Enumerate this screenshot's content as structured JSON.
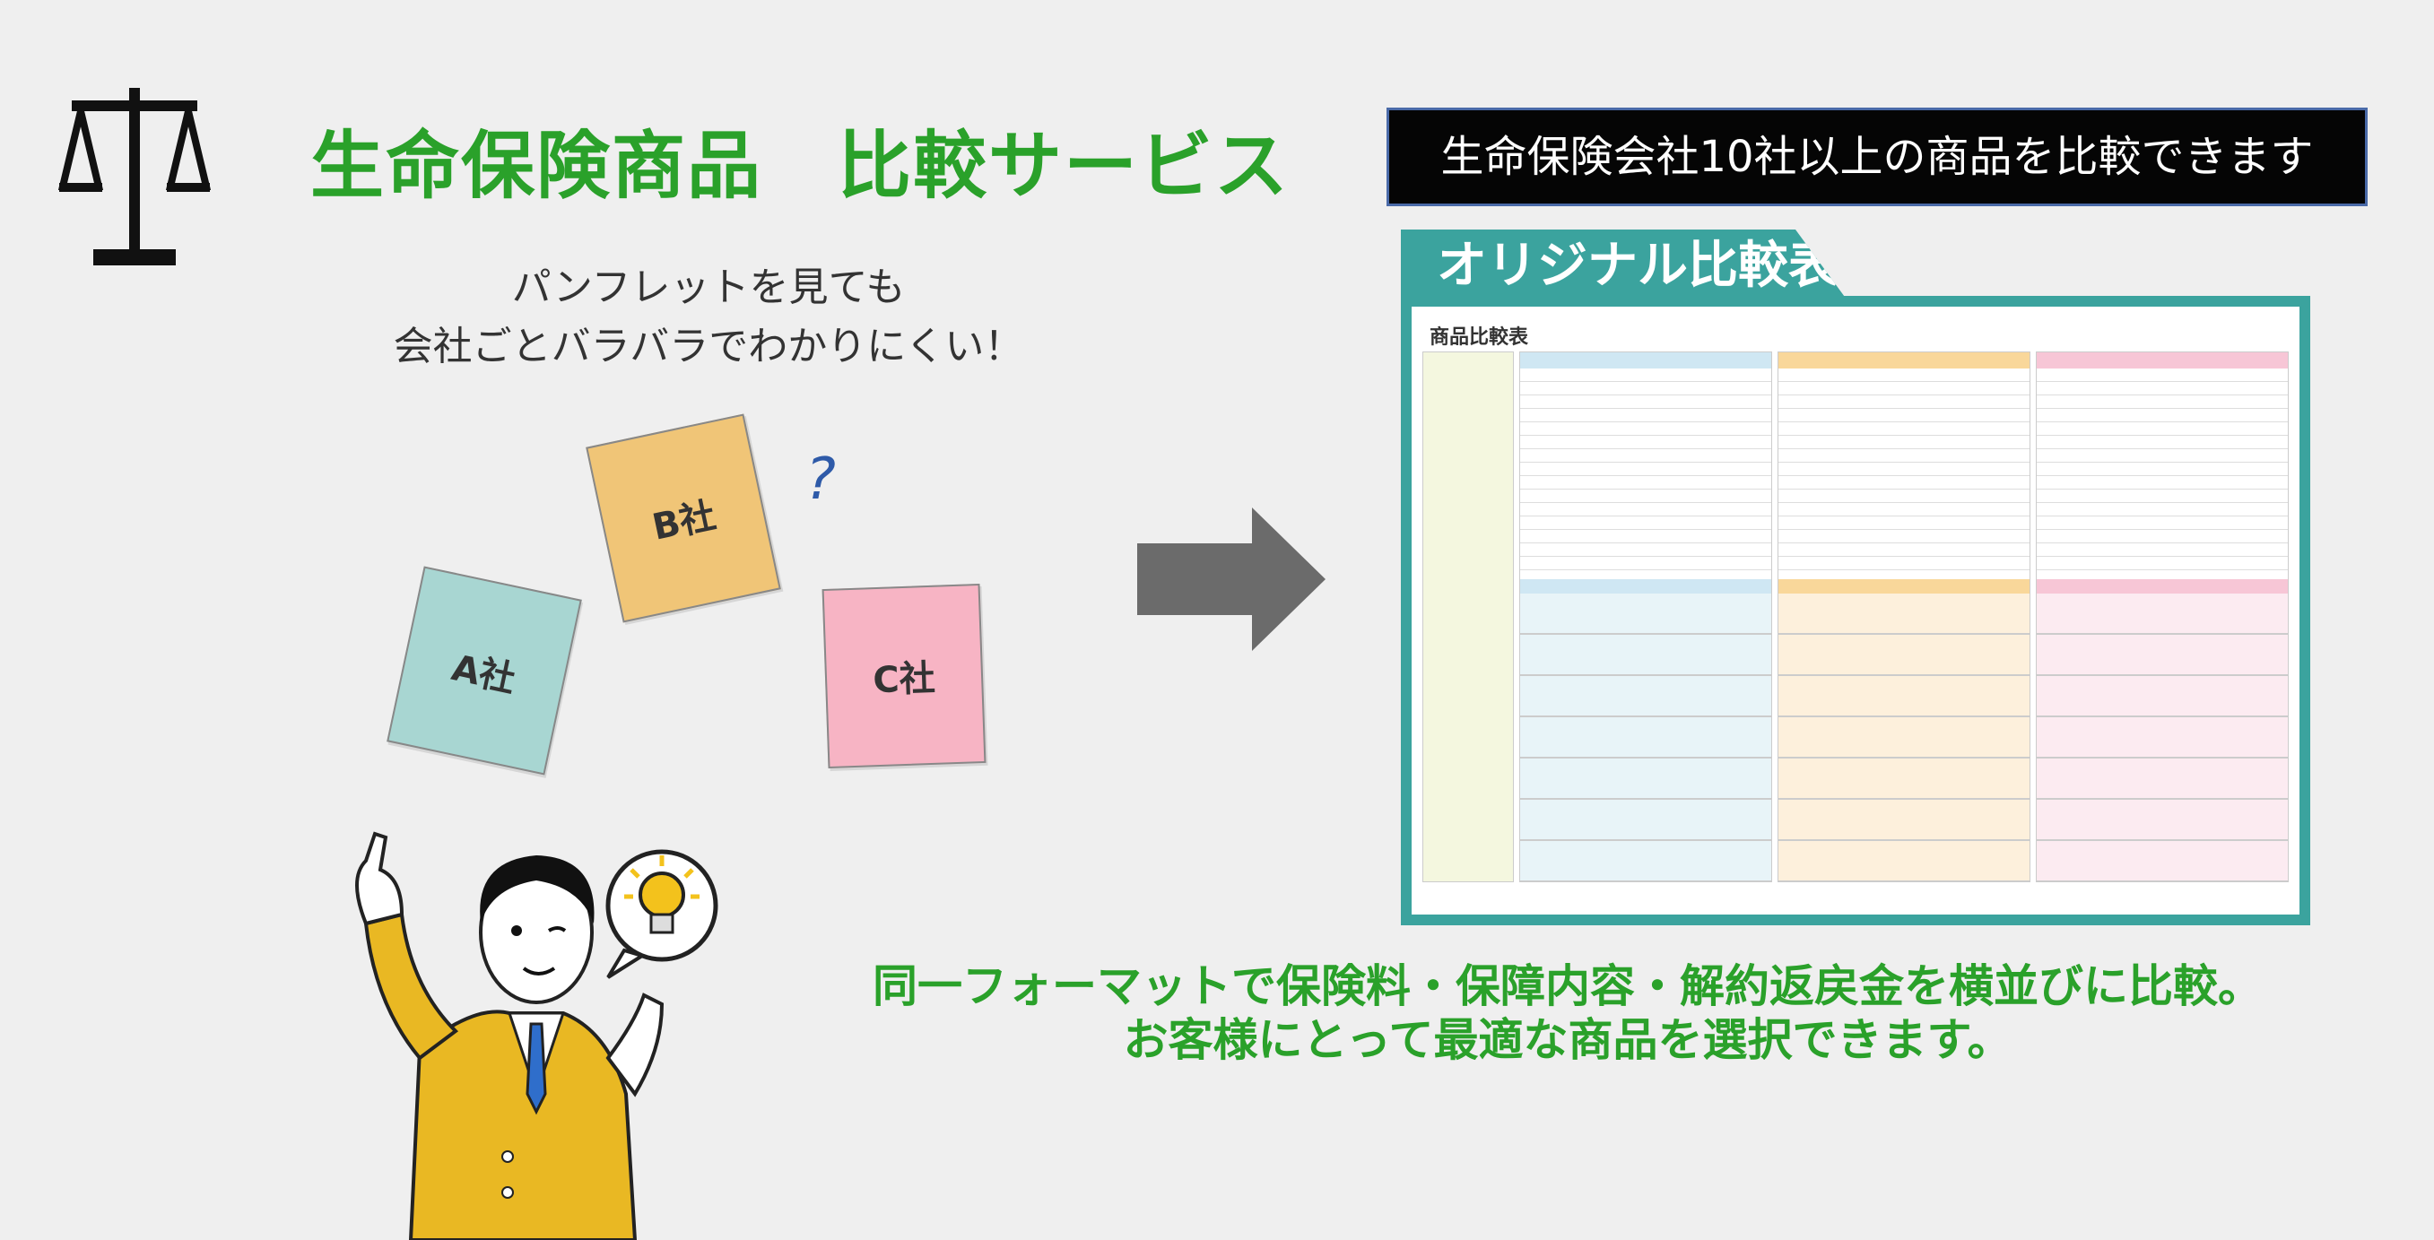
{
  "title": "生命保険商品　比較サービス",
  "subtitle_lines": [
    "パンフレットを見ても",
    "会社ごとバラバラでわかりにくい！"
  ],
  "cards": [
    "B社",
    "A社",
    "C社"
  ],
  "question_mark": "?",
  "banner": "生命保険会社10社以上の商品を比較できます",
  "sheet": {
    "tab_label": "オリジナル比較表",
    "heading": "商品比較表"
  },
  "bottom_lines": [
    "同一フォーマットで保険料・保障内容・解約返戻金を横並びに比較。",
    "お客様にとって最適な商品を選択できます。"
  ],
  "colors": {
    "title_green": "#2aa12a",
    "teal": "#3ba39e",
    "card_b": "#f0c577",
    "card_a": "#a8d6d2",
    "card_c": "#f7b4c4",
    "suit": "#e9b823"
  },
  "icons": [
    "balance-scale-icon",
    "right-arrow-icon",
    "lightbulb-icon"
  ]
}
